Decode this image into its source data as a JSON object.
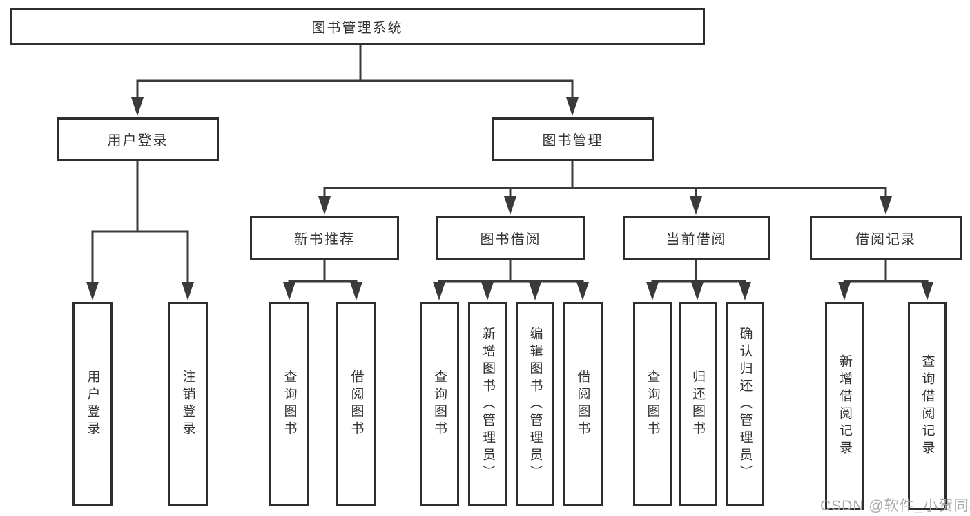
{
  "diagram": {
    "title": "图书管理系统",
    "nodes": {
      "root": "图书管理系统",
      "user_login": "用户登录",
      "book_mgmt": "图书管理",
      "new_book_rec": "新书推荐",
      "book_borrow": "图书借阅",
      "current_borrow": "当前借阅",
      "borrow_records": "借阅记录",
      "leaf_user_login": "用户登录",
      "leaf_logout": "注销登录",
      "leaf_query_books_rec": "查询图书",
      "leaf_borrow_books_rec": "借阅图书",
      "leaf_query_books_borrow": "查询图书",
      "leaf_add_books": "新增图书（管理员）",
      "leaf_edit_books": "编辑图书（管理员）",
      "leaf_borrow_books": "借阅图书",
      "leaf_query_books_current": "查询图书",
      "leaf_return_books": "归还图书",
      "leaf_confirm_return": "确认归还（管理员）",
      "leaf_add_borrow_record": "新增借阅记录",
      "leaf_query_borrow_record": "查询借阅记录"
    },
    "tree": {
      "图书管理系统": {
        "用户登录": [
          "用户登录",
          "注销登录"
        ],
        "图书管理": {
          "新书推荐": [
            "查询图书",
            "借阅图书"
          ],
          "图书借阅": [
            "查询图书",
            "新增图书（管理员）",
            "编辑图书（管理员）",
            "借阅图书"
          ],
          "当前借阅": [
            "查询图书",
            "归还图书",
            "确认归还（管理员）"
          ],
          "借阅记录": [
            "新增借阅记录",
            "查询借阅记录"
          ]
        }
      }
    },
    "colors": {
      "line": "#3a3a3a",
      "box_border": "#2e2e2e",
      "text": "#333333",
      "watermark": "#aaabb0",
      "background": "#ffffff"
    }
  },
  "watermark": "CSDN @软件_小贺同学"
}
